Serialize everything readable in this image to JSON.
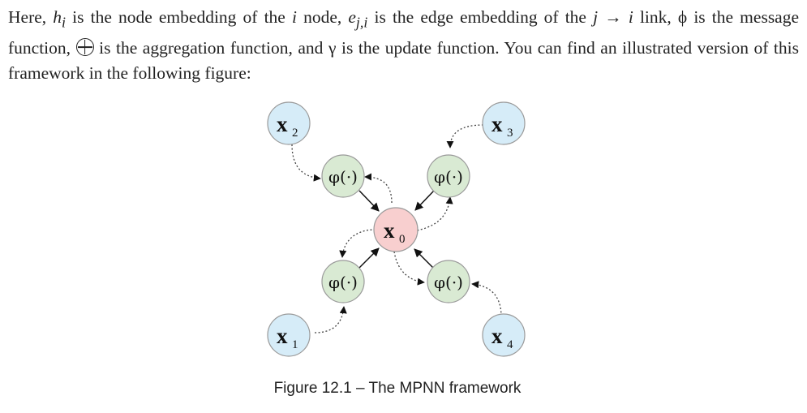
{
  "paragraph": {
    "s1": "Here, ",
    "h": "h",
    "h_sub": "i",
    "s2": " is the node embedding of the ",
    "i_var": "i",
    "s3": " node, ",
    "e": "e",
    "e_sub": "j,i",
    "s4": " is the edge embedding of the ",
    "j_var": "j",
    "arrow": " → ",
    "i_var2": "i",
    "s5": " link, ",
    "phi": "ϕ",
    "s6": " is the message function, ",
    "s7": " is the aggregation  function, and ",
    "gamma": "γ",
    "s8": " is the update function. You can find an illustrated version of this framework in the following figure:"
  },
  "figure": {
    "center_node": {
      "label": "x",
      "sub": "0",
      "color": "#f8cfcf"
    },
    "outer_nodes": [
      {
        "id": "x2",
        "label": "x",
        "sub": "2"
      },
      {
        "id": "x3",
        "label": "x",
        "sub": "3"
      },
      {
        "id": "x1",
        "label": "x",
        "sub": "1"
      },
      {
        "id": "x4",
        "label": "x",
        "sub": "4"
      }
    ],
    "message_label": "φ(·)",
    "colors": {
      "outer": "#d6ecf8",
      "message": "#d9ead3",
      "center": "#f8cfcf",
      "stroke": "#9a9a9a"
    }
  },
  "caption": "Figure 12.1 – The MPNN framework"
}
